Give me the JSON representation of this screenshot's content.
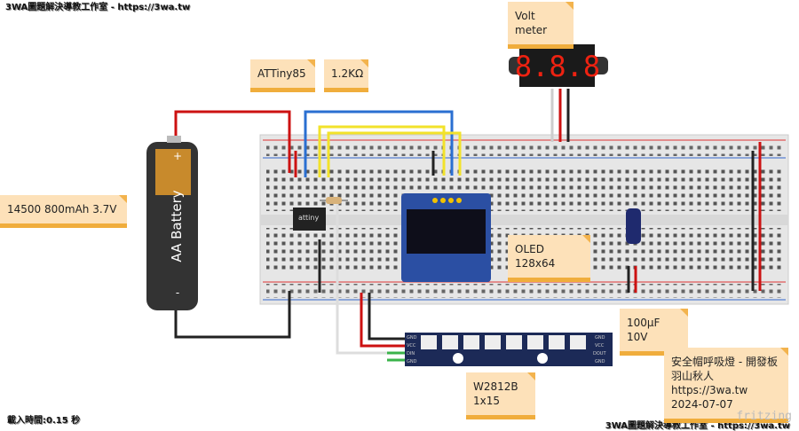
{
  "watermark_top": "3WA圖題解決導教工作室 - https://3wa.tw",
  "watermark_bottom": "3WA圖題解決導教工作室 - https://3wa.tw",
  "load_time": "載入時間:0.15 秒",
  "brand": "fritzing",
  "notes": {
    "voltmeter": "Volt meter",
    "attiny": "ATTiny85",
    "resistor": "1.2KΩ",
    "battery": "14500 800mAh 3.7V",
    "oled": "OLED 128x64",
    "capacitor": "100µF 10V",
    "strip": "W2812B 1x15",
    "info": [
      "安全帽呼吸燈 - 開發板",
      "羽山秋人 https://3wa.tw",
      "2024-07-07"
    ]
  },
  "parts": {
    "battery_label": "AA Battery",
    "battery_plus": "+",
    "battery_minus": "-",
    "chip_label": "attiny",
    "voltmeter_display": "8.8.8",
    "strip_pins_left": [
      "GND",
      "VCC",
      "DIN",
      "GND"
    ],
    "strip_pins_right": [
      "GND",
      "VCC",
      "DOUT",
      "GND"
    ]
  },
  "colors": {
    "wire_red": "#cc1111",
    "wire_black": "#222222",
    "wire_blue": "#2a6fd1",
    "wire_yellow": "#f2e22a",
    "wire_green": "#3ab34a",
    "wire_white": "#dddddd",
    "note_bg": "#fde1b9"
  }
}
